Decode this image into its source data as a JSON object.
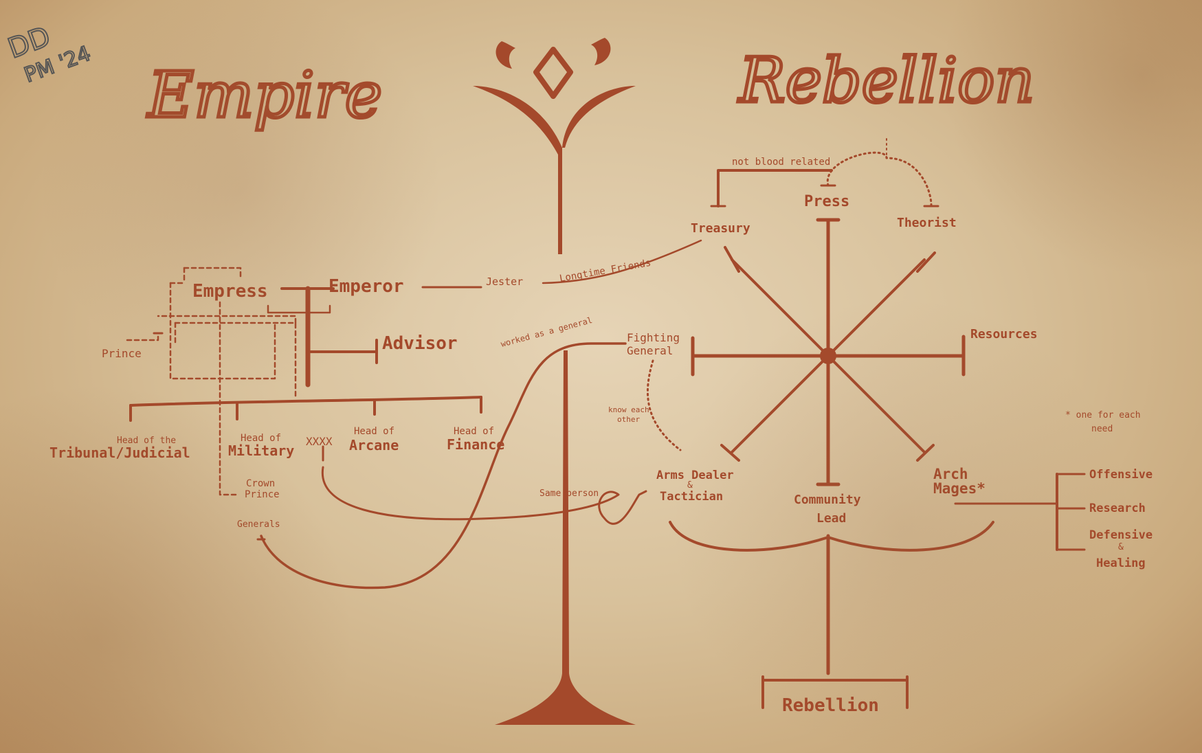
{
  "signature": {
    "line1": "DD",
    "line2": "PM '24"
  },
  "empire": {
    "title": "Empire",
    "empress": "Empress",
    "emperor": "Emperor",
    "jester": "Jester",
    "advisor": "Advisor",
    "prince": "Prince",
    "heads": {
      "tribunal_small": "Head of the",
      "tribunal_big": "Tribunal/Judicial",
      "military_small": "Head of",
      "military_big": "Military",
      "xxxx": "XXXX",
      "arcane_small": "Head of",
      "arcane_big": "Arcane",
      "finance_small": "Head of",
      "finance_big": "Finance"
    },
    "crown_prince_1": "Crown",
    "crown_prince_2": "Prince",
    "generals": "Generals"
  },
  "rebellion": {
    "title": "Rebellion",
    "not_blood_related": "not blood related",
    "press": "Press",
    "treasury": "Treasury",
    "theorist": "Theorist",
    "resources": "Resources",
    "fighting_1": "Fighting",
    "fighting_2": "General",
    "know_1": "know each",
    "know_2": "other",
    "arms_1": "Arms Dealer",
    "arms_amp": "&",
    "arms_2": "Tactician",
    "community_1": "Community",
    "community_2": "Lead",
    "arch_1": "Arch",
    "arch_2": "Mages*",
    "note_1": "* one for each",
    "note_2": "need",
    "offensive": "Offensive",
    "research": "Research",
    "defensive_1": "Defensive",
    "defensive_amp": "&",
    "defensive_2": "Healing",
    "bottom": "Rebellion"
  },
  "connectors": {
    "longtime_friends": "Longtime Friends",
    "worked_as_general": "worked as a general",
    "same_person": "Same person"
  }
}
